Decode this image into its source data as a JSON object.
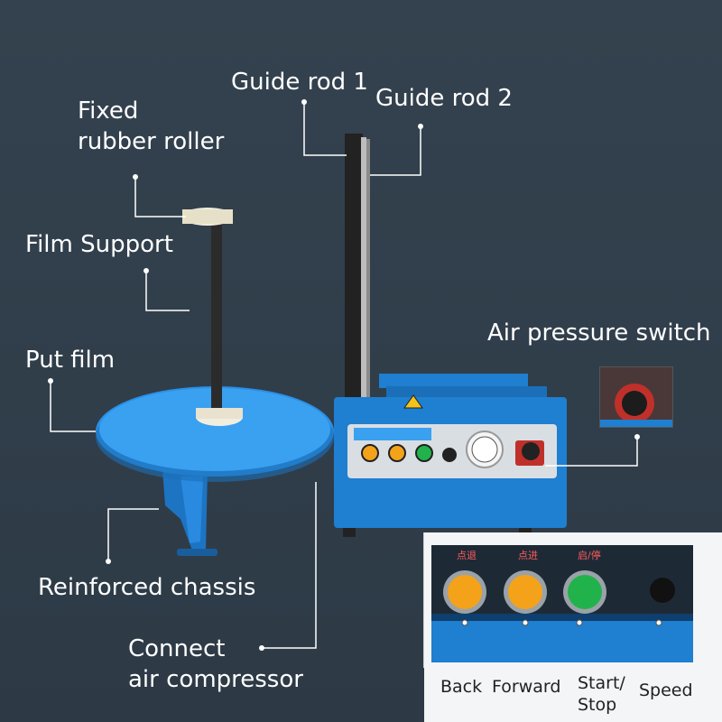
{
  "labels": {
    "guide_rod_1": "Guide rod 1",
    "guide_rod_2": "Guide rod 2",
    "fixed_rubber_roller_line1": "Fixed",
    "fixed_rubber_roller_line2": "rubber roller",
    "film_support": "Film Support",
    "put_film": "Put film",
    "air_pressure_switch": "Air pressure switch",
    "reinforced_chassis": "Reinforced chassis",
    "connect_air_compressor_line1": "Connect",
    "connect_air_compressor_line2": "air compressor"
  },
  "control_panel_inset": {
    "button_cn_labels": [
      "点退",
      "点进",
      "启/停"
    ],
    "captions": {
      "back": "Back",
      "forward": "Forward",
      "start_stop_line1": "Start/",
      "start_stop_line2": "Stop",
      "speed": "Speed"
    }
  },
  "colors": {
    "background": "#2f3d4a",
    "machine_blue": "#1f7fd0",
    "button_orange": "#f4a21a",
    "button_green": "#22b24c",
    "leader_line": "#ffffff"
  }
}
